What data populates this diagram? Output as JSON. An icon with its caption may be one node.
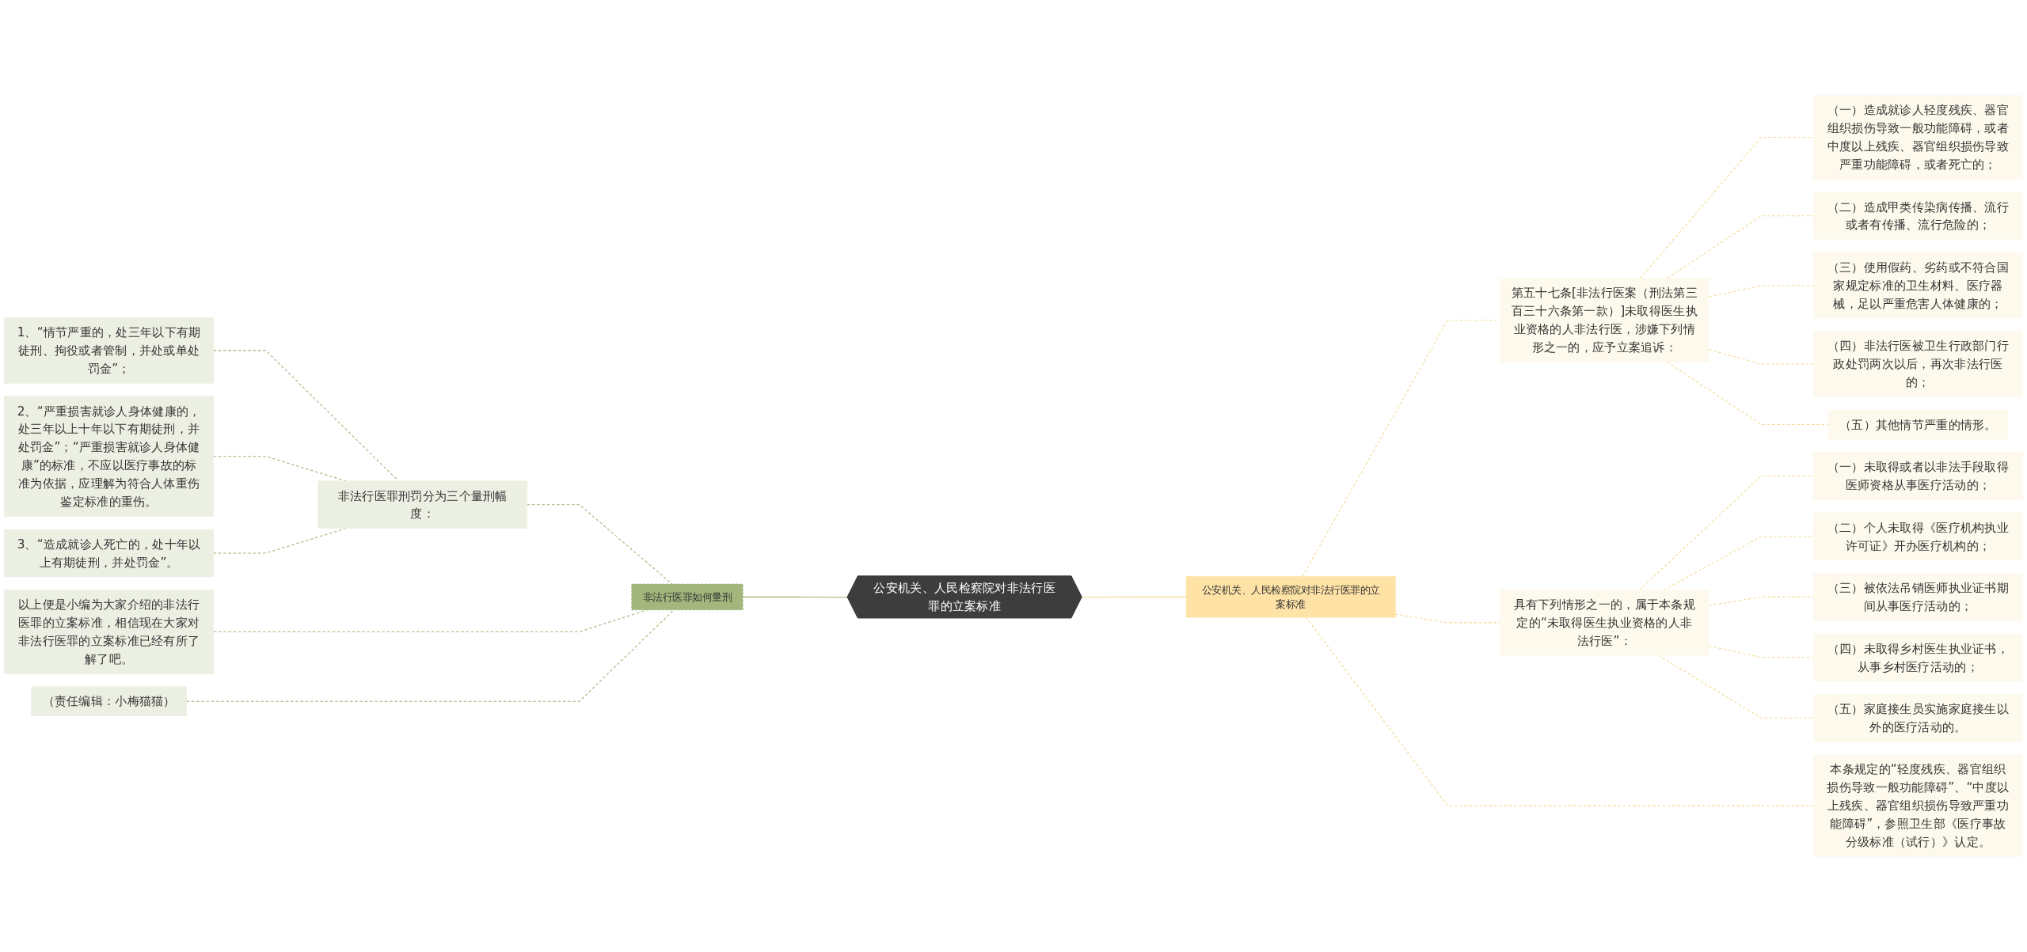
{
  "diagram": {
    "nodes": [
      {
        "text": [
          "公安机关、人民检察院对非法行医罪的立案标准"
        ]
      },
      {
        "text": [
          "公安机关、人民检察院对非法行医罪的立案标准"
        ]
      },
      {
        "text": [
          "第五十七条[非法行医案（刑法第三百三十六条第一款）]未取得医生执业资格的人非法行医，涉嫌下列情形之一的，应予立案追诉："
        ]
      },
      {
        "text": [
          "（一）造成就诊人轻度残疾、器官组织损伤导致一般功能障碍，或者中度以上残疾、器官组织损伤导致严重功能障碍，或者死亡的；"
        ]
      },
      {
        "text": [
          "（二）造成甲类传染病传播、流行或者有传播、流行危险的；"
        ]
      },
      {
        "text": [
          "（三）使用假药、劣药或不符合国家规定标准的卫生材料、医疗器械，足以严重危害人体健康的；"
        ]
      },
      {
        "text": [
          "（四）非法行医被卫生行政部门行政处罚两次以后，再次非法行医的；"
        ]
      },
      {
        "text": [
          "（五）其他情节严重的情形。"
        ]
      },
      {
        "text": [
          "具有下列情形之一的，属于本条规定的“未取得医生执业资格的人非法行医”："
        ]
      },
      {
        "text": [
          "（一）未取得或者以非法手段取得医师资格从事医疗活动的；"
        ]
      },
      {
        "text": [
          "（二）个人未取得《医疗机构执业许可证》开办医疗机构的；"
        ]
      },
      {
        "text": [
          "（三）被依法吊销医师执业证书期间从事医疗活动的；"
        ]
      },
      {
        "text": [
          "（四）未取得乡村医生执业证书，从事乡村医疗活动的；"
        ]
      },
      {
        "text": [
          "（五）家庭接生员实施家庭接生以外的医疗活动的。"
        ]
      },
      {
        "text": [
          "本条规定的“轻度残疾、器官组织损伤导致一般功能障碍”、“中度以上残疾、器官组织损伤导致严重功能障碍”，参照卫生部《医疗事故分级标准（试行）》认定。"
        ]
      },
      {
        "text": [
          "非法行医罪如何量刑"
        ]
      },
      {
        "text": [
          "非法行医罪刑罚分为三个量刑幅度："
        ]
      },
      {
        "text": [
          "1、“情节严重的，处三年以下有期徒刑、拘役或者管制，并处或单处罚金”；"
        ]
      },
      {
        "text": [
          "2、“严重损害就诊人身体健康的，处三年以上十年以下有期徒刑，并处罚金”；“严重损害就诊人身体健康”的标准，不应以医疗事故的标准为依据，应理解为符合人体重伤鉴定标准的重伤。"
        ]
      },
      {
        "text": [
          "3、“造成就诊人死亡的，处十年以上有期徒刑，并处罚金”。"
        ]
      },
      {
        "text": [
          "以上便是小编为大家介绍的非法行医罪的立案标准，相信现在大家对非法行医罪的立案标准已经有所了解了吧。"
        ]
      },
      {
        "text": [
          "（责任编辑：小梅猫猫）"
        ]
      }
    ],
    "edges": [
      {
        "from": 0,
        "to": 1,
        "arrow": "none",
        "color": "#f3d98f"
      },
      {
        "from": 1,
        "to": 2,
        "arrow": "none",
        "style": "dashed",
        "color": "#f3d98f"
      },
      {
        "from": 2,
        "to": 3,
        "arrow": "none",
        "style": "dashed",
        "color": "#f3d98f"
      },
      {
        "from": 2,
        "to": 4,
        "arrow": "none",
        "style": "dashed",
        "color": "#f3d98f"
      },
      {
        "from": 2,
        "to": 5,
        "arrow": "none",
        "style": "dashed",
        "color": "#f3d98f"
      },
      {
        "from": 2,
        "to": 6,
        "arrow": "none",
        "style": "dashed",
        "color": "#f3d98f"
      },
      {
        "from": 2,
        "to": 7,
        "arrow": "none",
        "style": "dashed",
        "color": "#f3d98f"
      },
      {
        "from": 1,
        "to": 8,
        "arrow": "none",
        "style": "dashed",
        "color": "#f3d98f"
      },
      {
        "from": 8,
        "to": 9,
        "arrow": "none",
        "style": "dashed",
        "color": "#f3d98f"
      },
      {
        "from": 8,
        "to": 10,
        "arrow": "none",
        "style": "dashed",
        "color": "#f3d98f"
      },
      {
        "from": 8,
        "to": 11,
        "arrow": "none",
        "style": "dashed",
        "color": "#f3d98f"
      },
      {
        "from": 8,
        "to": 12,
        "arrow": "none",
        "style": "dashed",
        "color": "#f3d98f"
      },
      {
        "from": 8,
        "to": 13,
        "arrow": "none",
        "style": "dashed",
        "color": "#f3d98f"
      },
      {
        "from": 1,
        "to": 14,
        "arrow": "none",
        "style": "dashed",
        "color": "#f3d98f"
      },
      {
        "from": 0,
        "to": 15,
        "arrow": "none",
        "color": "#9fb073"
      },
      {
        "from": 15,
        "to": 16,
        "arrow": "none",
        "style": "dashed",
        "color": "#9fb073"
      },
      {
        "from": 16,
        "to": 17,
        "arrow": "none",
        "style": "dashed",
        "color": "#9fb073"
      },
      {
        "from": 16,
        "to": 18,
        "arrow": "none",
        "style": "dashed",
        "color": "#9fb073"
      },
      {
        "from": 16,
        "to": 19,
        "arrow": "none",
        "style": "dashed",
        "color": "#9fb073"
      },
      {
        "from": 15,
        "to": 20,
        "arrow": "none",
        "style": "dashed",
        "color": "#9fb073"
      },
      {
        "from": 15,
        "to": 21,
        "arrow": "none",
        "style": "dashed",
        "color": "#9fb073"
      }
    ]
  }
}
